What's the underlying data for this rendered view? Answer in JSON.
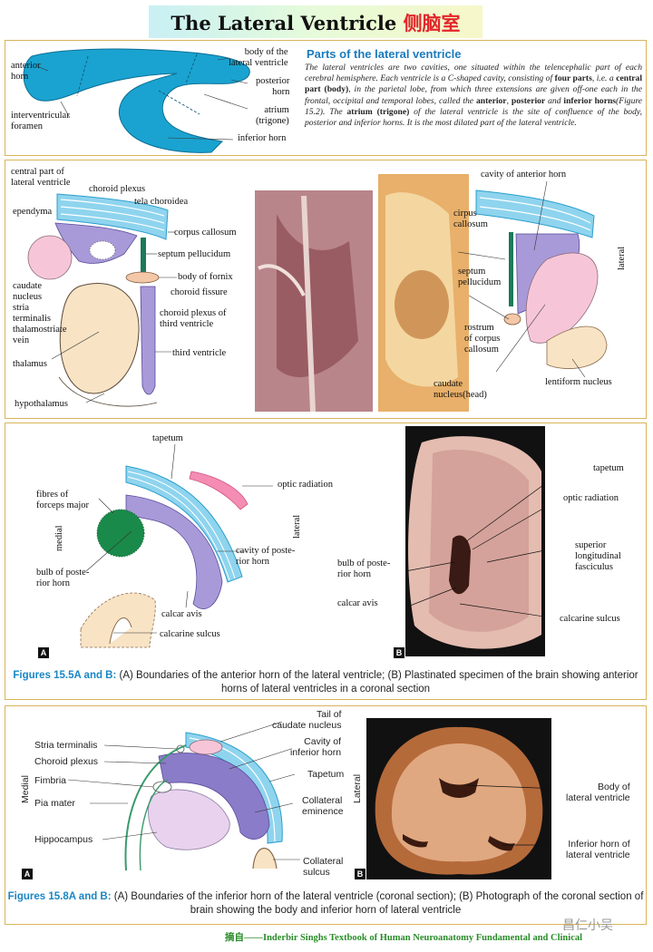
{
  "header": {
    "title": "The Lateral Ventricle",
    "title_cn": "侧脑室"
  },
  "parts_panel": {
    "labels": {
      "anterior_horn": "anterior\nhorn",
      "interventricular_foramen": "interventricular\nforamen",
      "body": "body of the\nlateral ventricle",
      "posterior_horn": "posterior\nhorn",
      "atrium": "atrium\n(trigone)",
      "inferior_horn": "inferior horn"
    },
    "heading": "Parts of the lateral ventricle",
    "text_1": "The lateral ventricles are two cavities, one situated within the telencephalic part of each cerebral hemisphere. Each ventricle is a C-shaped cavity, consisting of ",
    "bold_1": "four parts",
    "text_2": ", i.e. a ",
    "bold_2": "central part (body)",
    "text_3": ", in the parietal lobe, from which three extensions are given off-one each in the frontal, occipital and temporal lobes, called the ",
    "bold_3": "anterior",
    "text_4": ", ",
    "bold_4": "posterior",
    "text_5": " and ",
    "bold_5": "inferior horns",
    "text_6": "(Figure 15.2). The ",
    "bold_6": "atrium (trigone)",
    "text_7": " of the lateral ventricle is the site of confluence of the body, posterior and inferior horns. It is the most dilated part of the lateral ventricle."
  },
  "coronal_panel": {
    "labels": {
      "central_part": "central part of\nlateral ventricle",
      "choroid_plexus": "choroid plexus",
      "tela_choroidea": "tela choroidea",
      "ependyma": "ependyma",
      "corpus_callosum": "corpus callosum",
      "septum_pellucidum": "septum pellucidum",
      "body_of_fornix": "body of fornix",
      "choroid_fissure": "choroid fissure",
      "caudate_nucleus": "caudate\nnucleus",
      "stria_terminalis": "stria\nterminalis",
      "thalamostriate_vein": "thalamostriate\nvein",
      "choroid_plexus_third": "choroid plexus of\nthird ventricle",
      "thalamus": "thalamus",
      "third_ventricle": "third ventricle",
      "hypothalamus": "hypothalamus",
      "cavity_anterior_horn": "cavity of anterior horn",
      "cirpus_callosum": "cirpus\ncallosum",
      "septum_pellucidum_2": "septum\npellucidum",
      "rostrum": "rostrum\nof corpus\ncallosum",
      "caudate_head": "caudate\nnucleus(head)",
      "lentiform": "lentiform nucleus",
      "lateral": "lateral"
    }
  },
  "fig_15_5": {
    "labels": {
      "tapetum": "tapetum",
      "optic_radiation": "optic radiation",
      "fibres_forceps": "fibres of\nforceps major",
      "medial": "medial",
      "lateral": "lateral",
      "cavity_posterior_horn": "cavity of poste-\nrior horn",
      "bulb_posterior_horn": "bulb of poste-\nrior horn",
      "calcar_avis": "calcar avis",
      "calcarine_sulcus": "calcarine sulcus",
      "b_tapetum": "tapetum",
      "b_optic_radiation": "optic radiation",
      "b_superior_long": "superior\nlongitudinal\nfasciculus",
      "b_bulb": "bulb of poste-\nrior horn",
      "b_calcar_avis": "calcar avis",
      "b_calcarine_sulcus": "calcarine sulcus"
    },
    "tag_a": "A",
    "tag_b": "B",
    "caption_fig": "Figures 15.5A and B:",
    "caption_text": " (A) Boundaries of the anterior horn of the lateral ventricle; (B) Plastinated specimen of the brain showing anterior horns of lateral ventricles in a coronal section"
  },
  "fig_15_8": {
    "labels": {
      "tail_caudate": "Tail of\ncaudate nucleus",
      "stria_terminalis": "Stria terminalis",
      "cavity_inferior": "Cavity of\ninferior horn",
      "choroid_plexus": "Choroid plexus",
      "fimbria": "Fimbria",
      "tapetum": "Tapetum",
      "medial": "Medial",
      "lateral": "Lateral",
      "pia_mater": "Pia mater",
      "collateral_eminence": "Collateral\neminence",
      "hippocampus": "Hippocampus",
      "collateral_sulcus": "Collateral\nsulcus",
      "body_lateral_ventricle": "Body of\nlateral ventricle",
      "inferior_horn": "Inferior horn of\nlateral ventricle"
    },
    "tag_a": "A",
    "tag_b": "B",
    "caption_fig": "Figures 15.8A and B:",
    "caption_text": " (A) Boundaries of the inferior horn of the lateral ventricle (coronal section); (B) Photograph of the coronal section of brain showing the body and inferior horn of lateral ventricle"
  },
  "footer": {
    "text": "摘自——Inderbir Singhs Textbook of Human Neuroanatomy Fundamental and Clinical"
  },
  "watermark": {
    "text": "昌仁小吴"
  },
  "colors": {
    "ventricle_blue": "#1aa3d0",
    "purple": "#a89ad8",
    "pink": "#f6c6d8",
    "cream": "#f8e3c4",
    "panel_border": "#d9b45a",
    "caption_blue": "#1a86c4"
  }
}
